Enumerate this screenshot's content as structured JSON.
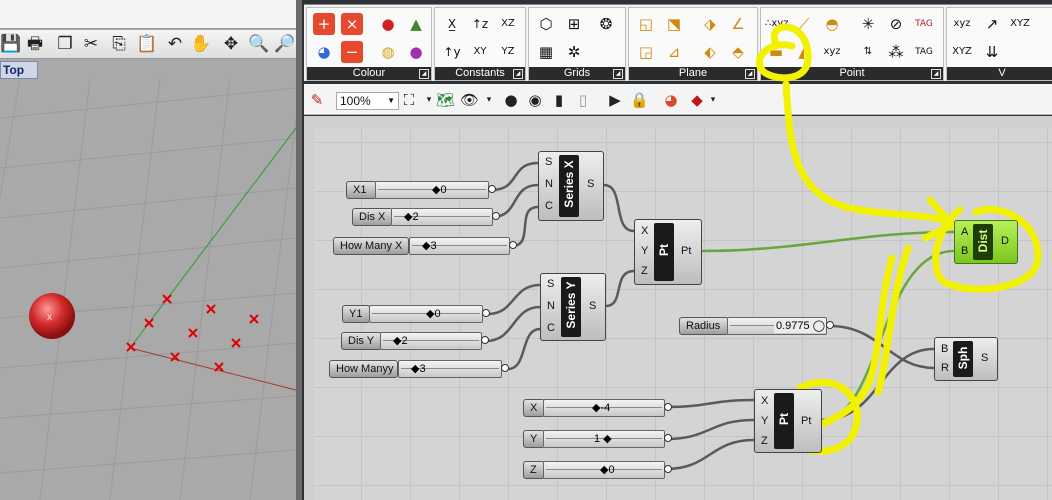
{
  "rhino": {
    "viewport_label": "Top"
  },
  "ribbon": {
    "panels": [
      {
        "label": "Colour"
      },
      {
        "label": "Constants"
      },
      {
        "label": "Grids"
      },
      {
        "label": "Plane"
      },
      {
        "label": "Point"
      },
      {
        "label": "V"
      }
    ]
  },
  "canvas_toolbar": {
    "zoom": "100%"
  },
  "sliders": {
    "x1": {
      "label": "X1",
      "value": "0"
    },
    "disx": {
      "label": "Dis X",
      "value": "2"
    },
    "howmanyx": {
      "label": "How Many X",
      "value": "3"
    },
    "y1": {
      "label": "Y1",
      "value": "0"
    },
    "disy": {
      "label": "Dis Y",
      "value": "2"
    },
    "howmanyy": {
      "label": "How Manyy",
      "value": "3"
    },
    "radius": {
      "label": "Radius",
      "value": "0.9775"
    },
    "x": {
      "label": "X",
      "value": "-4"
    },
    "y": {
      "label": "Y",
      "value": "1"
    },
    "z": {
      "label": "Z",
      "value": "0"
    }
  },
  "components": {
    "series_x": {
      "name": "Series X",
      "inputs": [
        "S",
        "N",
        "C"
      ],
      "output": "S"
    },
    "series_y": {
      "name": "Series Y",
      "inputs": [
        "S",
        "N",
        "C"
      ],
      "output": "S"
    },
    "pt1": {
      "name": "Pt",
      "inputs": [
        "X",
        "Y",
        "Z"
      ],
      "output": "Pt"
    },
    "pt2": {
      "name": "Pt",
      "inputs": [
        "X",
        "Y",
        "Z"
      ],
      "output": "Pt"
    },
    "dist": {
      "name": "Dist",
      "inputs": [
        "A",
        "B"
      ],
      "output": "D"
    },
    "sph": {
      "name": "Sph",
      "inputs": [
        "B",
        "R"
      ],
      "output": "S"
    }
  },
  "colors": {
    "highlight": "#f2f200",
    "dist_green": "#8fd42a",
    "wire": "#5a5a5a",
    "wire_green": "#6aa63a"
  }
}
